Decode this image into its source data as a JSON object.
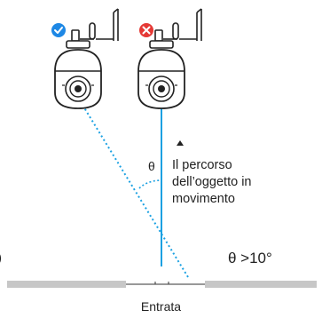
{
  "diagram": {
    "left_camera": {
      "status_icon": "check-icon",
      "status_color": "#1e88e5"
    },
    "right_camera": {
      "status_icon": "close-icon",
      "status_color": "#e53935"
    },
    "path_label": {
      "line1": "Il percorso",
      "line2": "dell’oggetto in",
      "line3": "movimento"
    },
    "theta_symbol": "θ",
    "angle_condition": "θ >10°",
    "entrance_label": "Entrata",
    "left_edge_mark": ")",
    "colors": {
      "path_line": "#1ba1e2",
      "dotted_line": "#1ba1e2",
      "floor": "#c7c7c7",
      "camera_outline": "#222222"
    }
  }
}
